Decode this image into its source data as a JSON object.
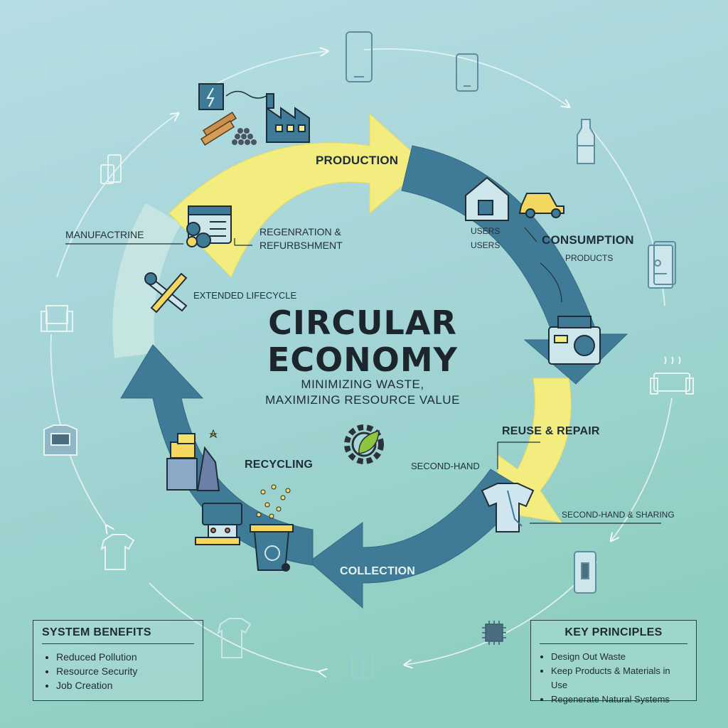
{
  "diagram": {
    "title_line1": "CIRCULAR",
    "title_line2": "ECONOMY",
    "subtitle_line1": "MINIMIZING WASTE,",
    "subtitle_line2": "MAXIMIZING RESOURCE VALUE",
    "stages": {
      "production": "PRODUCTION",
      "consumption": "CONSUMPTION",
      "reuse_repair": "REUSE & REPAIR",
      "collection": "COLLECTION",
      "recycling": "RECYCLING"
    },
    "sublabels": {
      "manufacturing": "MANUFACTRINE",
      "regeneration": "REGENRATION &",
      "refurbishment": "REFURBSHMENT",
      "extended_lifecycle": "EXTENDED LIFECYCLE",
      "users_1": "USERS",
      "users_2": "USERS",
      "products": "PRODUCTS",
      "second_hand": "SECOND-HAND",
      "second_hand_sharing": "SECOND-HAND & SHARING"
    }
  },
  "system_benefits": {
    "heading": "SYSTEM BENEFITS",
    "items": [
      "Reduced Pollution",
      "Resource Security",
      "Job Creation"
    ]
  },
  "key_principles": {
    "heading": "KEY PRINCIPLES",
    "items": [
      "Design Out Waste",
      "Keep Products & Materials in Use",
      "Regenerate Natural Systems"
    ]
  },
  "colors": {
    "background_top": "#a9d6da",
    "background_bottom": "#8fcfc4",
    "arrow_yellow": "#f3ec82",
    "arrow_blue": "#3f7a95",
    "arrow_pale": "#c3e3e0",
    "text_dark": "#1c252c"
  },
  "icons": [
    "smartphone-icon",
    "bottle-icon",
    "tablet-icon",
    "sofa-icon",
    "phone-icon",
    "chip-icon",
    "book-icon",
    "shirt-icon",
    "armchair-icon",
    "cups-icon",
    "factory-icon",
    "solar-panel-icon",
    "wood-logs-icon",
    "pellets-icon",
    "house-icon",
    "car-icon",
    "appliance-icon",
    "tshirt-icon",
    "recycle-bin-icon",
    "scrap-pile-icon",
    "melting-machine-icon",
    "gear-leaf-icon",
    "wrench-icon",
    "calendar-gears-icon"
  ]
}
